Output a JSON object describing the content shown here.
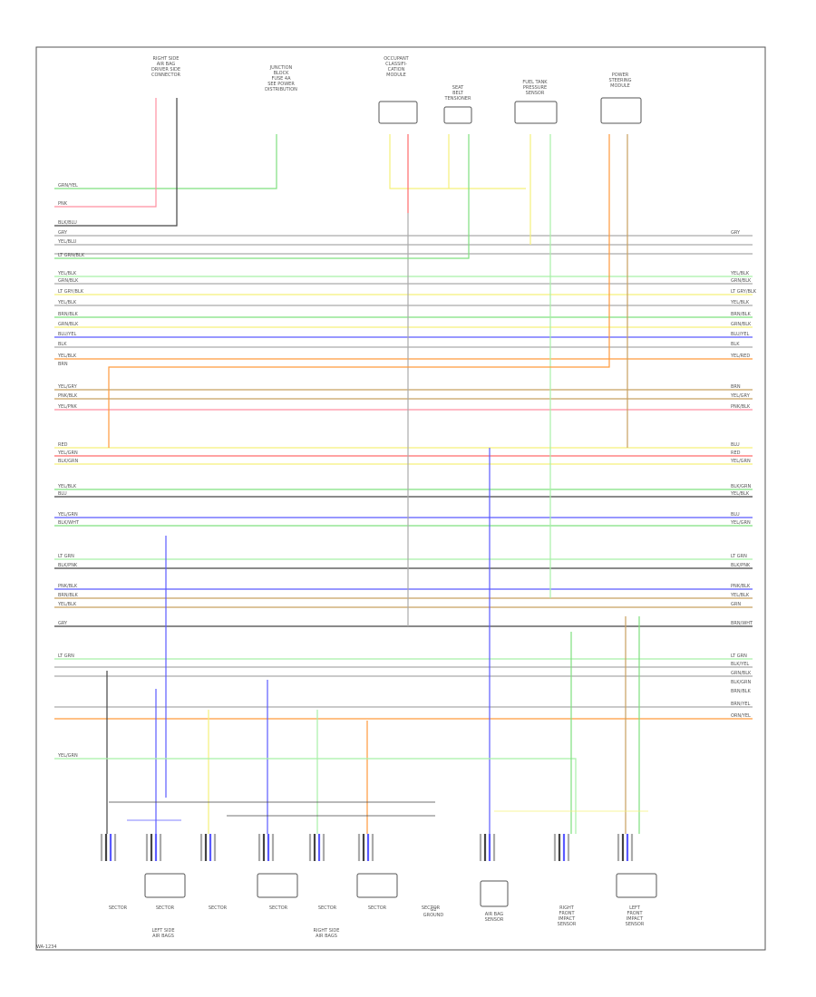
{
  "footer_code": "WA-1234",
  "component_labels": {
    "right_side_door": [
      "RIGHT SIDE",
      "AIR BAG",
      "DRIVER SIDE",
      "CONNECTOR"
    ],
    "junction": [
      "JUNCTION",
      "BLOCK",
      "FUSE 4A",
      "SEE POWER",
      "DISTRIBUTION"
    ],
    "occupant": [
      "OCCUPANT",
      "CLASSIFI-",
      "CATION",
      "MODULE"
    ],
    "seatbelt": [
      "SEAT",
      "BELT",
      "TENSIONER"
    ],
    "fuel_tank": [
      "FUEL TANK",
      "PRESSURE",
      "SENSOR"
    ],
    "power_steering": [
      "POWER",
      "STEERING",
      "MODULE"
    ],
    "left_side_group": [
      "LEFT SIDE",
      "AIR BAGS"
    ],
    "right_side_group": [
      "RIGHT SIDE",
      "AIR BAGS"
    ],
    "bottom": [
      "SECTOR",
      "SECTOR",
      "SECTOR",
      "SECTOR",
      "SECTOR",
      "SECTOR",
      "SECTOR"
    ],
    "ground": [
      "G2",
      "GROUND"
    ],
    "pressure_sensor": [
      "AIR BAG",
      "SENSOR"
    ],
    "right_front": [
      "RIGHT",
      "FRONT",
      "IMPACT",
      "SENSOR"
    ],
    "left_front": [
      "LEFT",
      "FRONT",
      "IMPACT",
      "SENSOR"
    ]
  },
  "wires_left": [
    "GRN/YEL",
    "PNK",
    "BLK/BLU",
    "GRY",
    "YEL/BLU",
    "LT GRN/BLK",
    "YEL/BLK",
    "GRN/BLK",
    "LT GRY/BLK",
    "YEL/BLK",
    "BRN/BLK",
    "GRN/BLK",
    "BLU/YEL",
    "BLK",
    "YEL/BLK",
    "BRN",
    "YEL/GRY",
    "PNK/BLK",
    "YEL/PNK",
    "RED",
    "YEL/GRN",
    "BLK/GRN",
    "YEL/BLK",
    "BLU",
    "YEL/GRN",
    "BLK/WHT",
    "LT GRN",
    "BLK/PNK",
    "PNK/BLK",
    "BRN/BLK",
    "YEL/BLK",
    "GRY",
    "LT GRN",
    "YEL/GRN"
  ],
  "wires_right": [
    "GRY",
    "YEL/BLK",
    "GRN/BLK",
    "LT GRY/BLK",
    "YEL/BLK",
    "BRN/BLK",
    "GRN/BLK",
    "BLU/YEL",
    "BLK",
    "YEL/RED",
    "BRN",
    "YEL/GRY",
    "PNK/BLK",
    "BLU",
    "RED",
    "YEL/GRN",
    "BLK/GRN",
    "YEL/BLK",
    "BLU",
    "YEL/GRN",
    "LT GRN",
    "BLK/PNK",
    "PNK/BLK",
    "YEL/BLK",
    "GRN",
    "BRN/WHT",
    "LT GRN",
    "BLK/YEL",
    "GRN/BLK",
    "BLK/GRN",
    "BRN/BLK",
    "BRN/YEL",
    "ORN/YEL"
  ],
  "colors": {
    "border": "#555555",
    "wire_black": "#444444",
    "wire_pink": "#ff8fa0",
    "wire_red": "#ff6b6b",
    "wire_green": "#7fe07f",
    "wire_ltgreen": "#a8f0a8",
    "wire_yellow": "#f5f07a",
    "wire_blue": "#5a5aff",
    "wire_orange": "#ff9a3c",
    "wire_brown": "#c8a060",
    "wire_gray": "#aaaaaa"
  }
}
